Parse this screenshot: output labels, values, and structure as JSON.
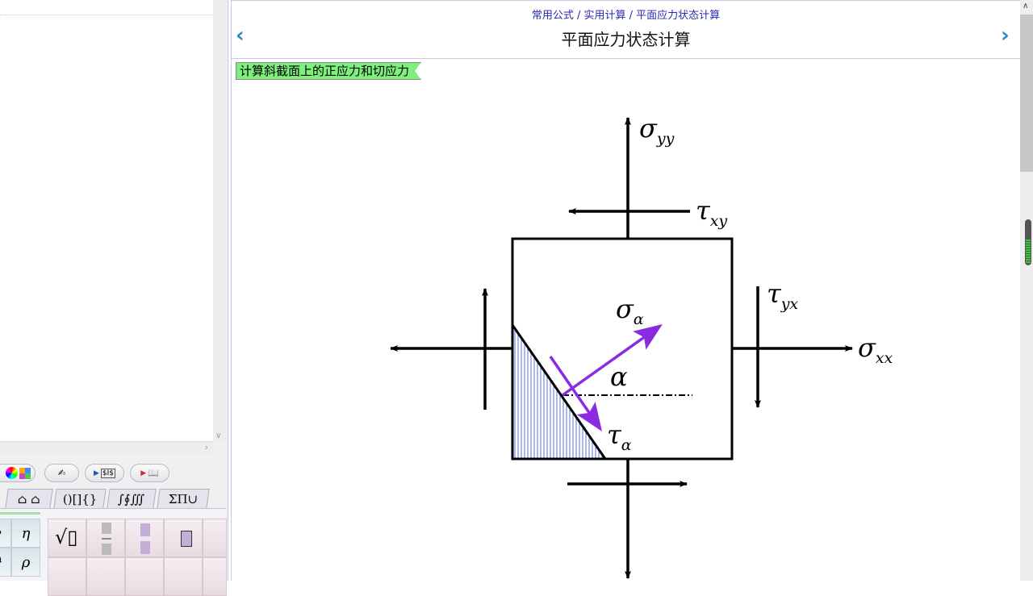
{
  "left_panel": {
    "toolbar": [
      {
        "name": "color-picker-button"
      },
      {
        "name": "edit-button"
      },
      {
        "name": "convert-button"
      },
      {
        "name": "book-button"
      }
    ],
    "tabs": [
      "⌂ ⌂",
      "()[]{}",
      "∫∮∭",
      "ΣΠ∪"
    ],
    "greek": [
      "γ",
      "η",
      "ϑ",
      "ρ"
    ]
  },
  "breadcrumb": "常用公式 / 实用计算 / 平面应力状态计算",
  "title": "平面应力状态计算",
  "prev_label": "‹",
  "next_label": "›",
  "section_tag": "计算斜截面上的正应力和切应力",
  "diagram": {
    "labels": {
      "sigma_yy": "σ",
      "sigma_yy_sub": "yy",
      "tau_xy": "τ",
      "tau_xy_sub": "xy",
      "tau_yx": "τ",
      "tau_yx_sub": "yx",
      "sigma_xx": "σ",
      "sigma_xx_sub": "xx",
      "sigma_a": "σ",
      "sigma_a_sub": "α",
      "tau_a": "τ",
      "tau_a_sub": "α",
      "alpha": "α"
    },
    "colors": {
      "stress": "#000000",
      "inclined": "#8a2be2",
      "hatch": "#3050d0"
    }
  },
  "colors": {
    "tag_bg": "#7ef07e",
    "breadcrumb": "#2a2ab0",
    "nav_arrow": "#2a8ac0"
  }
}
